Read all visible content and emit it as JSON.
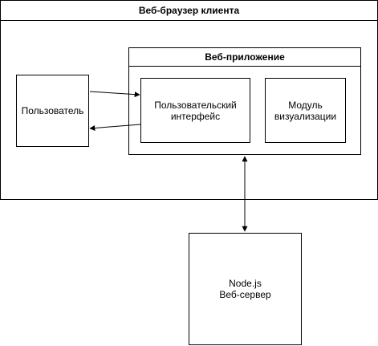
{
  "diagram": {
    "browser": {
      "title": "Веб-браузер клиента"
    },
    "webapp": {
      "title": "Веб-приложение"
    },
    "user": {
      "label": "Пользователь"
    },
    "ui": {
      "label": "Пользовательский\nинтерфейс"
    },
    "viz": {
      "label": "Модуль\nвизуализации"
    },
    "server": {
      "label": "Node.js\nВеб-сервер"
    },
    "stroke_color": "#000000",
    "fill_color": "#ffffff"
  }
}
